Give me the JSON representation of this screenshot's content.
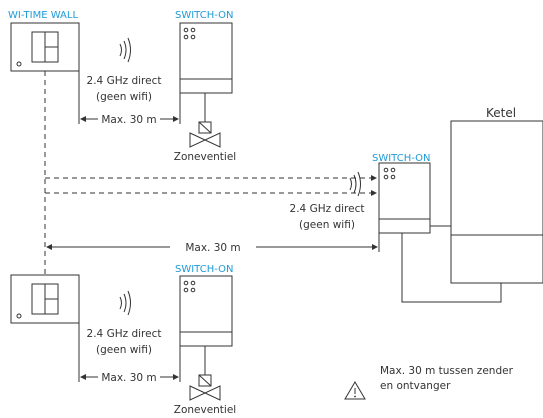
{
  "thermostat_top": {
    "label": "WI-TIME WALL"
  },
  "switch_top": {
    "label": "SWITCH-ON"
  },
  "switch_right": {
    "label": "SWITCH-ON"
  },
  "switch_bottom": {
    "label": "SWITCH-ON"
  },
  "boiler": {
    "label": "Ketel"
  },
  "links": {
    "top": {
      "line1": "2.4 GHz direct",
      "line2": "(geen wifi)"
    },
    "right": {
      "line1": "2.4 GHz direct",
      "line2": "(geen wifi)"
    },
    "bottom": {
      "line1": "2.4 GHz direct",
      "line2": "(geen wifi)"
    }
  },
  "distances": {
    "top": "Max. 30 m",
    "middle": "Max. 30 m",
    "bottom": "Max. 30 m"
  },
  "valve_top": {
    "label": "Zoneventiel"
  },
  "valve_bottom": {
    "label": "Zoneventiel"
  },
  "note": {
    "line1": "Max. 30 m tussen zender",
    "line2": "en ontvanger"
  },
  "colors": {
    "accent": "#1e9bd7",
    "line": "#333333"
  }
}
